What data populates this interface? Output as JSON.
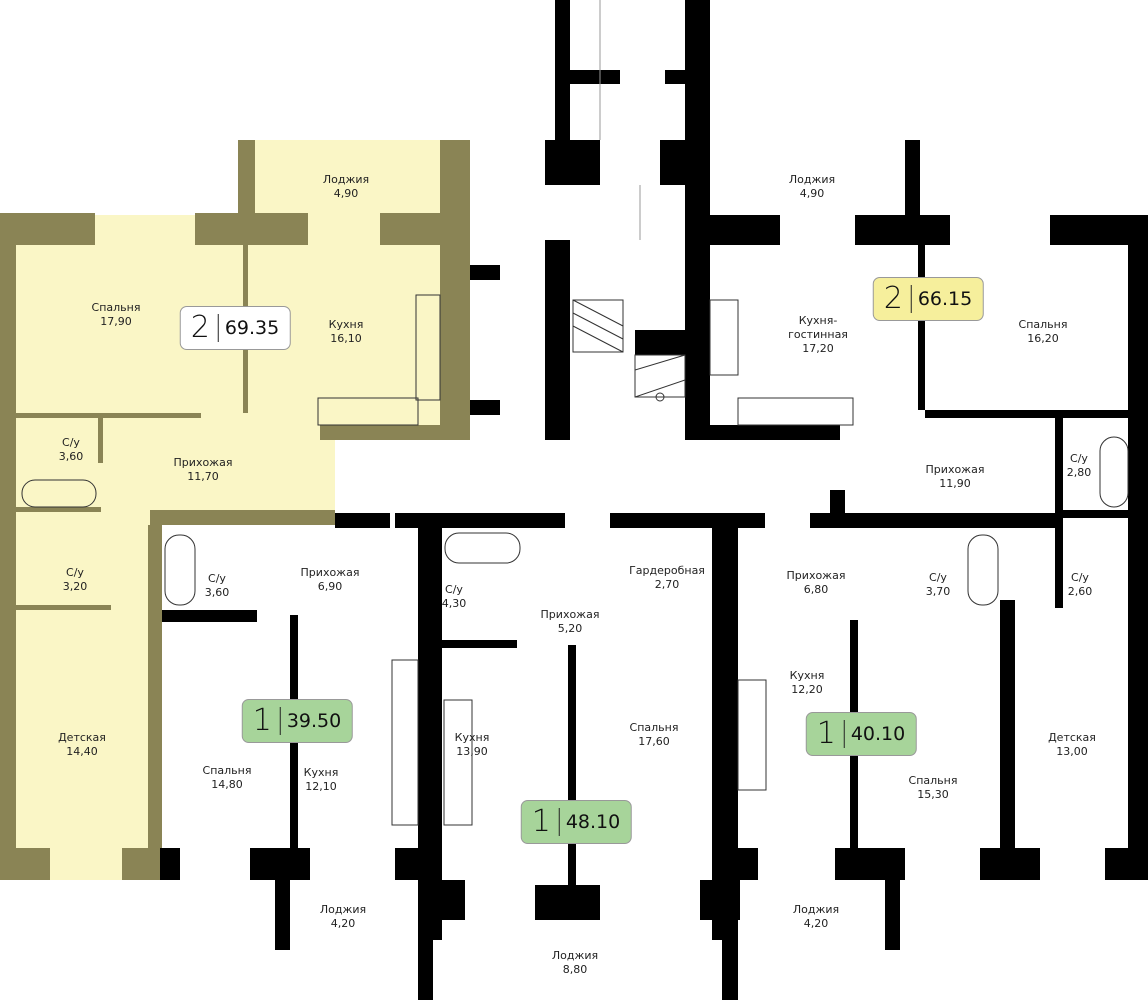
{
  "colors": {
    "highlight_fill": "#faf6c6",
    "highlight_wall": "#8a8455",
    "wall": "#000000",
    "badge_white": "#ffffff",
    "badge_yellow": "#f6ef9c",
    "badge_green": "#a7d49a"
  },
  "apartments": [
    {
      "rooms": "2",
      "area": "69.35",
      "badge_color": "white",
      "labels": [
        {
          "name": "Лоджия",
          "area": "4,90"
        },
        {
          "name": "Спальня",
          "area": "17,90"
        },
        {
          "name": "Кухня",
          "area": "16,10"
        },
        {
          "name": "Прихожая",
          "area": "11,70"
        },
        {
          "name": "С/у",
          "area": "3,60"
        },
        {
          "name": "С/у",
          "area": "3,20"
        },
        {
          "name": "Детская",
          "area": "14,40"
        }
      ]
    },
    {
      "rooms": "2",
      "area": "66.15",
      "badge_color": "yellow",
      "labels": [
        {
          "name": "Лоджия",
          "area": "4,90"
        },
        {
          "name": "Кухня-\nгостинная",
          "area": "17,20"
        },
        {
          "name": "Спальня",
          "area": "16,20"
        },
        {
          "name": "Прихожая",
          "area": "11,90"
        },
        {
          "name": "С/у",
          "area": "2,80"
        },
        {
          "name": "С/у",
          "area": "2,60"
        }
      ]
    },
    {
      "rooms": "1",
      "area": "39.50",
      "badge_color": "green",
      "labels": [
        {
          "name": "С/у",
          "area": "3,60"
        },
        {
          "name": "Прихожая",
          "area": "6,90"
        },
        {
          "name": "Спальня",
          "area": "14,80"
        },
        {
          "name": "Кухня",
          "area": "12,10"
        },
        {
          "name": "Лоджия",
          "area": "4,20"
        }
      ]
    },
    {
      "rooms": "1",
      "area": "48.10",
      "badge_color": "green",
      "labels": [
        {
          "name": "С/у",
          "area": "4,30"
        },
        {
          "name": "Прихожая",
          "area": "5,20"
        },
        {
          "name": "Гардеробная",
          "area": "2,70"
        },
        {
          "name": "Кухня",
          "area": "13,90"
        },
        {
          "name": "Спальня",
          "area": "17,60"
        },
        {
          "name": "Лоджия",
          "area": "8,80"
        }
      ]
    },
    {
      "rooms": "1",
      "area": "40.10",
      "badge_color": "green",
      "labels": [
        {
          "name": "Прихожая",
          "area": "6,80"
        },
        {
          "name": "С/у",
          "area": "3,70"
        },
        {
          "name": "Кухня",
          "area": "12,20"
        },
        {
          "name": "Спальня",
          "area": "15,30"
        },
        {
          "name": "Детская",
          "area": "13,00"
        },
        {
          "name": "Лоджия",
          "area": "4,20"
        }
      ]
    }
  ]
}
